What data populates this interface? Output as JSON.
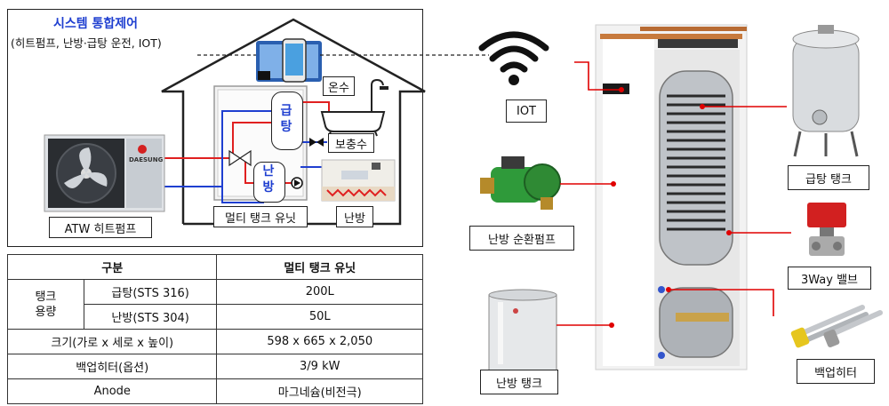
{
  "system": {
    "title": "시스템 통합제어",
    "subtitle": "(히트펌프, 난방·급탕 운전, IOT)"
  },
  "house": {
    "hot_water_tank_label": "급\n탕",
    "hot_water_tank_c1": "급",
    "hot_water_tank_c2": "탕",
    "heating_tank_c1": "난",
    "heating_tank_c2": "방",
    "warm_water_label": "온수",
    "make_up_water_label": "보충수",
    "multi_tank_label": "멀티 탱크 유닛",
    "floor_heating_label": "난방",
    "heat_pump_label": "ATW 히트펌프",
    "heat_pump_brand": "DAESUNG"
  },
  "spec_table": {
    "col1": "구분",
    "col2": "멀티 탱크 유닛",
    "tank_capacity": "탱크\n용량",
    "tank_capacity_l1": "탱크",
    "tank_capacity_l2": "용량",
    "row_hot_water": "급탕(STS 316)",
    "row_hot_water_val": "200L",
    "row_heating": "난방(STS 304)",
    "row_heating_val": "50L",
    "row_size": "크기(가로 x 세로 x 높이)",
    "row_size_val": "598 x 665 x 2,050",
    "row_heater": "백업히터(옵션)",
    "row_heater_val": "3/9 kW",
    "row_anode": "Anode",
    "row_anode_val": "마그네슘(비전극)"
  },
  "components": {
    "iot": "IOT",
    "pump": "난방 순환펌프",
    "heating_tank": "난방 탱크",
    "hot_water_tank": "급탕 탱크",
    "valve": "3Way 밸브",
    "backup_heater": "백업히터"
  },
  "colors": {
    "hot": "#e02020",
    "cold": "#1f3fd0",
    "leader": "#e00000",
    "title": "#1f3fd0"
  }
}
